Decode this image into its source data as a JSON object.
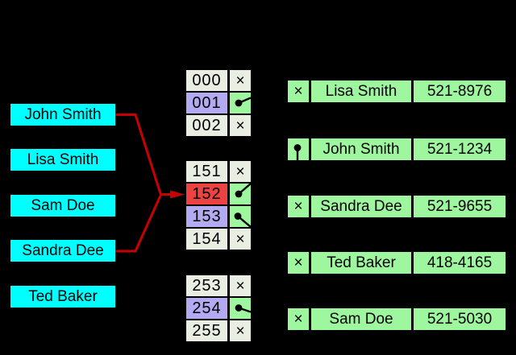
{
  "colors": {
    "background": "#000000",
    "key_fill": "#00ffff",
    "cell_default": "#e8eee2",
    "cell_occupied": "#b3aaf2",
    "cell_collision": "#ec4242",
    "pointer_fill": "#9ef79e",
    "record_fill": "#9ef79e",
    "arrow": "#c80000",
    "text": "#000000"
  },
  "keys": [
    {
      "label": "John Smith"
    },
    {
      "label": "Lisa Smith"
    },
    {
      "label": "Sam Doe"
    },
    {
      "label": "Sandra Dee"
    },
    {
      "label": "Ted Baker"
    }
  ],
  "buckets": {
    "empty_marker": "×",
    "groups": [
      {
        "cells": [
          {
            "index": "000",
            "state": "empty"
          },
          {
            "index": "001",
            "state": "occupied",
            "stub": "right-up"
          },
          {
            "index": "002",
            "state": "empty"
          }
        ]
      },
      {
        "cells": [
          {
            "index": "151",
            "state": "empty"
          },
          {
            "index": "152",
            "state": "collision",
            "stub": "corner-up"
          },
          {
            "index": "153",
            "state": "occupied",
            "stub": "corner-down"
          },
          {
            "index": "154",
            "state": "empty"
          }
        ]
      },
      {
        "cells": [
          {
            "index": "253",
            "state": "empty"
          },
          {
            "index": "254",
            "state": "occupied",
            "stub": "right-down"
          },
          {
            "index": "255",
            "state": "empty"
          }
        ]
      }
    ]
  },
  "records": [
    {
      "pointer": "empty",
      "name": "Lisa Smith",
      "phone": "521-8976"
    },
    {
      "pointer": "next-down",
      "name": "John Smith",
      "phone": "521-1234"
    },
    {
      "pointer": "empty",
      "name": "Sandra Dee",
      "phone": "521-9655"
    },
    {
      "pointer": "empty",
      "name": "Ted Baker",
      "phone": "418-4165"
    },
    {
      "pointer": "empty",
      "name": "Sam Doe",
      "phone": "521-5030"
    }
  ],
  "collision": {
    "colliding_keys": [
      "John Smith",
      "Sandra Dee"
    ],
    "target_bucket": "152"
  }
}
